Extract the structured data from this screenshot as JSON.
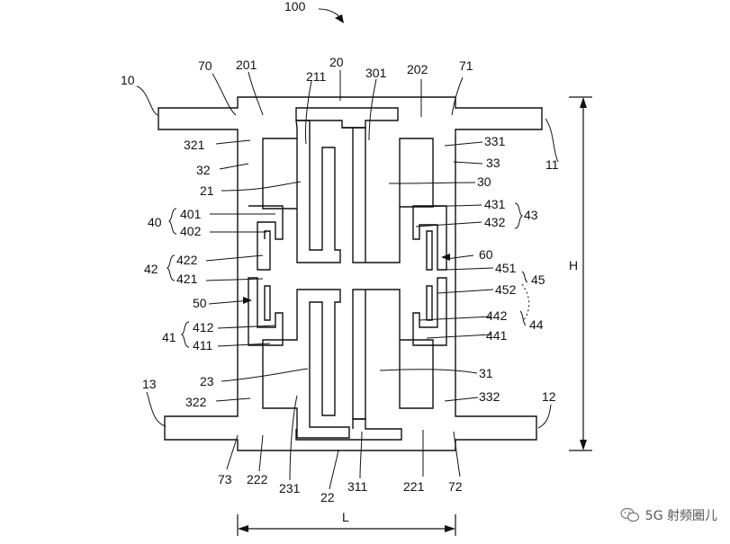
{
  "figure": {
    "ref_main": "100",
    "labels": {
      "l10": "10",
      "l70": "70",
      "l201": "201",
      "l20": "20",
      "l211": "211",
      "l301": "301",
      "l202": "202",
      "l71": "71",
      "l11": "11",
      "l321": "321",
      "l331": "331",
      "l32": "32",
      "l33": "33",
      "l21": "21",
      "l30": "30",
      "l40": "40",
      "l401": "401",
      "l402": "402",
      "l431": "431",
      "l432": "432",
      "l43": "43",
      "l60": "60",
      "l42": "42",
      "l422": "422",
      "l421": "421",
      "l451": "451",
      "l452": "452",
      "l45": "45",
      "l50": "50",
      "l412": "412",
      "l411": "411",
      "l41": "41",
      "l442": "442",
      "l441": "441",
      "l44": "44",
      "l23": "23",
      "l31": "31",
      "l13": "13",
      "l12": "12",
      "l322": "322",
      "l332": "332",
      "l73": "73",
      "l222": "222",
      "l231": "231",
      "l22": "22",
      "l311": "311",
      "l221": "221",
      "l72": "72",
      "dim_H": "H",
      "dim_L": "L"
    }
  },
  "watermark": {
    "text": "5G 射频圈儿",
    "icon": "wechat-icon"
  }
}
